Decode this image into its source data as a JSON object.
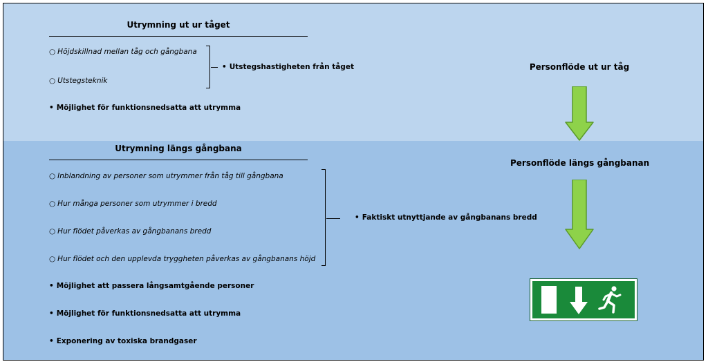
{
  "section_top": {
    "heading": "Utrymning ut ur tåget",
    "sub_items": [
      "Höjdskillnad mellan tåg och gångbana",
      "Utstegsteknik"
    ],
    "bracket_result": "Utstegshastigheten från tåget",
    "main_items": [
      "Möjlighet för funktionsnedsatta att utrymma"
    ]
  },
  "section_bottom": {
    "heading": "Utrymning längs gångbana",
    "sub_items": [
      "Inblandning av personer som utrymmer från tåg till gångbana",
      "Hur många personer som utrymmer i bredd",
      "Hur flödet påverkas av gångbanans bredd",
      "Hur flödet och den upplevda tryggheten påverkas av gångbanans höjd"
    ],
    "bracket_result": "Faktiskt utnyttjande av gångbanans bredd",
    "main_items": [
      "Möjlighet att passera långsamtgående personer",
      "Möjlighet för funktionsnedsatta att utrymma",
      "Exponering av toxiska brandgaser"
    ]
  },
  "flow": {
    "label_top": "Personflöde ut ur tåg",
    "label_bottom": "Personflöde längs gångbanan"
  },
  "markers": {
    "sub": "○",
    "main": "•"
  },
  "icons": {
    "arrows": "down-arrow-icon",
    "exit": "emergency-exit-sign-icon"
  },
  "colors": {
    "band_top": "#bcd5ee",
    "band_bottom": "#9dc1e6",
    "arrow_fill": "#8ed24a",
    "arrow_stroke": "#5a9a2a",
    "exit_green": "#1a8a3a"
  }
}
